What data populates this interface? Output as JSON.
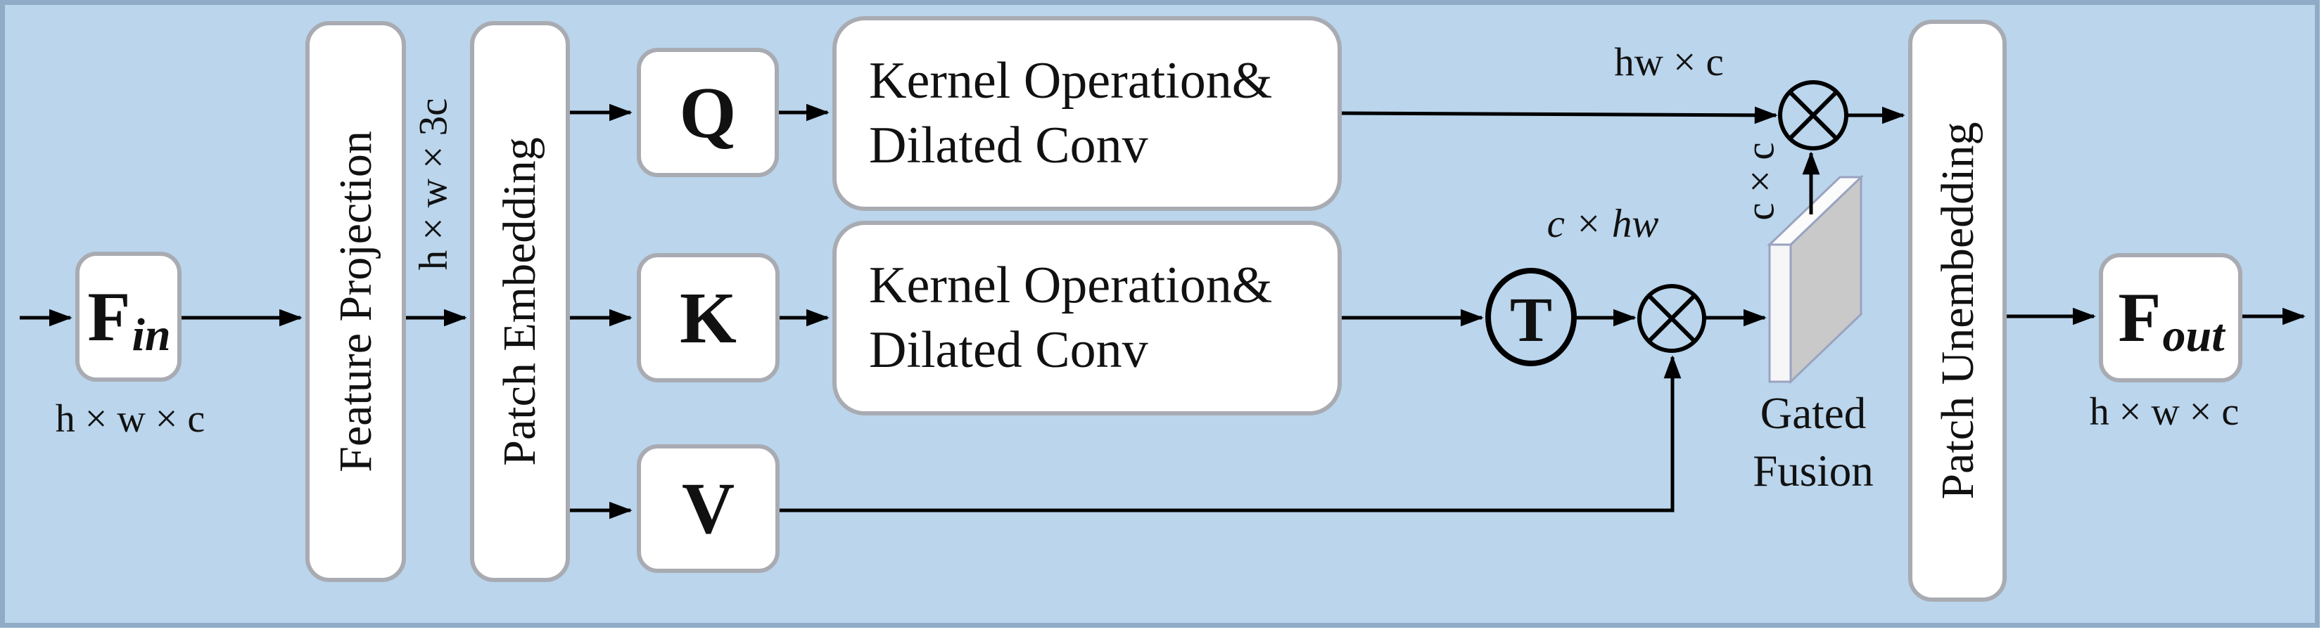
{
  "figure": {
    "background_color": "#bad5ec",
    "border_color": "#8fabc6",
    "node_fill": "#ffffff",
    "node_border_color": "#a9abb2",
    "arrow_color": "#000000",
    "slab_side_color": "#c9c9c9",
    "slab_front_color": "#f6f6f8",
    "slab_edge_color": "#9aa3bf"
  },
  "nodes": {
    "f_in": {
      "base": "F",
      "sub": "in"
    },
    "feature_projection": "Feature Projection",
    "patch_embedding": "Patch Embedding",
    "q": "Q",
    "k": "K",
    "v": "V",
    "kernel_q": {
      "line1": "Kernel Operation&",
      "line2": "Dilated Conv"
    },
    "kernel_k": {
      "line1": "Kernel Operation&",
      "line2": "Dilated Conv"
    },
    "transpose": "T",
    "gated_fusion": {
      "line1": "Gated",
      "line2": "Fusion"
    },
    "patch_unembedding": "Patch Unembedding",
    "f_out": {
      "base": "F",
      "sub": "out"
    }
  },
  "dims": {
    "input_dim": "h × w × c",
    "projection_dim": "h × w × 3c",
    "query_path_dim": "hw × c",
    "key_transposed_dim": "c × hw",
    "gate_dim": "c × c",
    "output_dim": "h × w × c"
  }
}
